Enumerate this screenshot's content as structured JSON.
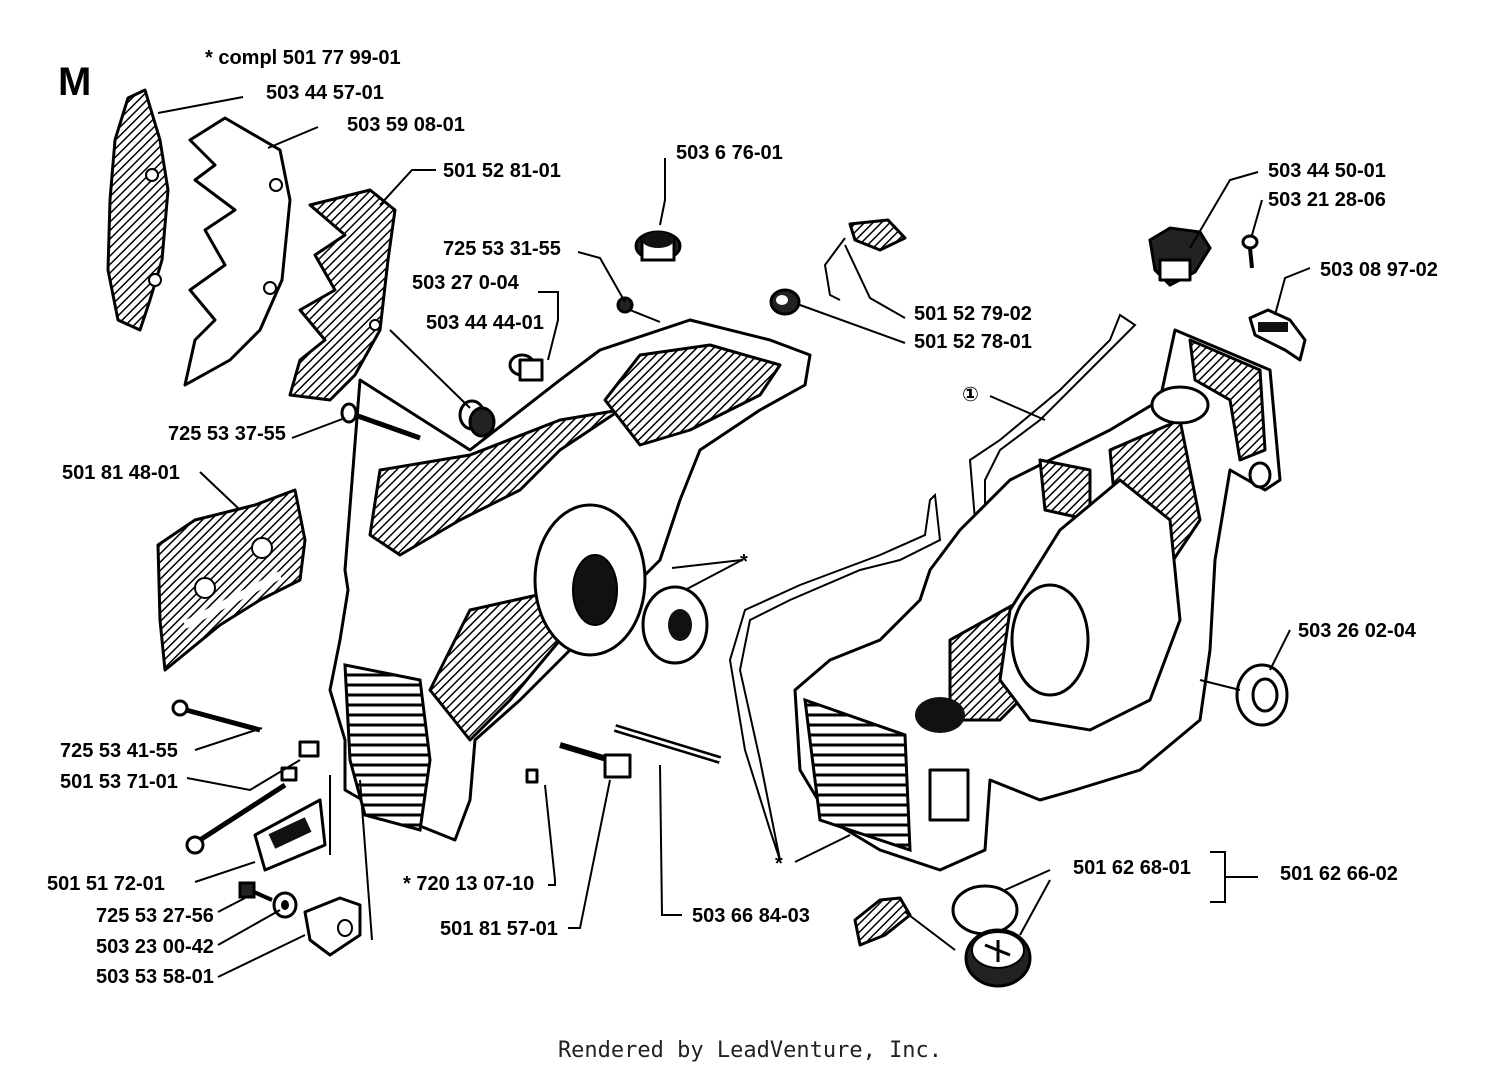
{
  "section_letter": "M",
  "labels": {
    "compl": "* compl 501 77 99-01",
    "p_50344571": "503 44 57-01",
    "p_50359081": "503 59 08-01",
    "p_50152811": "501 52 81-01",
    "p_503676": "503 6 76-01",
    "p_72553315": "725 53 31-55",
    "p_503270": "503 27 0-04",
    "p_50344441": "503 44 44-01",
    "p_72553375": "725 53 37-55",
    "p_50181481": "501 81 48-01",
    "p_50152792": "501 52 79-02",
    "p_50152781": "501 52 78-01",
    "p_50344501": "503 44 50-01",
    "p_50321286": "503 21 28-06",
    "p_50308972": "503 08 97-02",
    "circle_one": "①",
    "star_mid": "*",
    "p_50326024": "503 26 02-04",
    "p_72553415": "725 53 41-55",
    "p_50153711": "501 53 71-01",
    "p_50151721": "501 51 72-01",
    "p_72553276": "725 53 27-56",
    "p_50323004": "503 23 00-42",
    "p_50353581": "503 53 58-01",
    "p_72013071": "* 720 13 07-10",
    "p_50181571": "501 81 57-01",
    "p_50366843": "503 66 84-03",
    "star_bottom": "*",
    "p_50162681": "501 62 68-01",
    "p_50162662": "501 62 66-02"
  },
  "footer": "Rendered by LeadVenture, Inc."
}
